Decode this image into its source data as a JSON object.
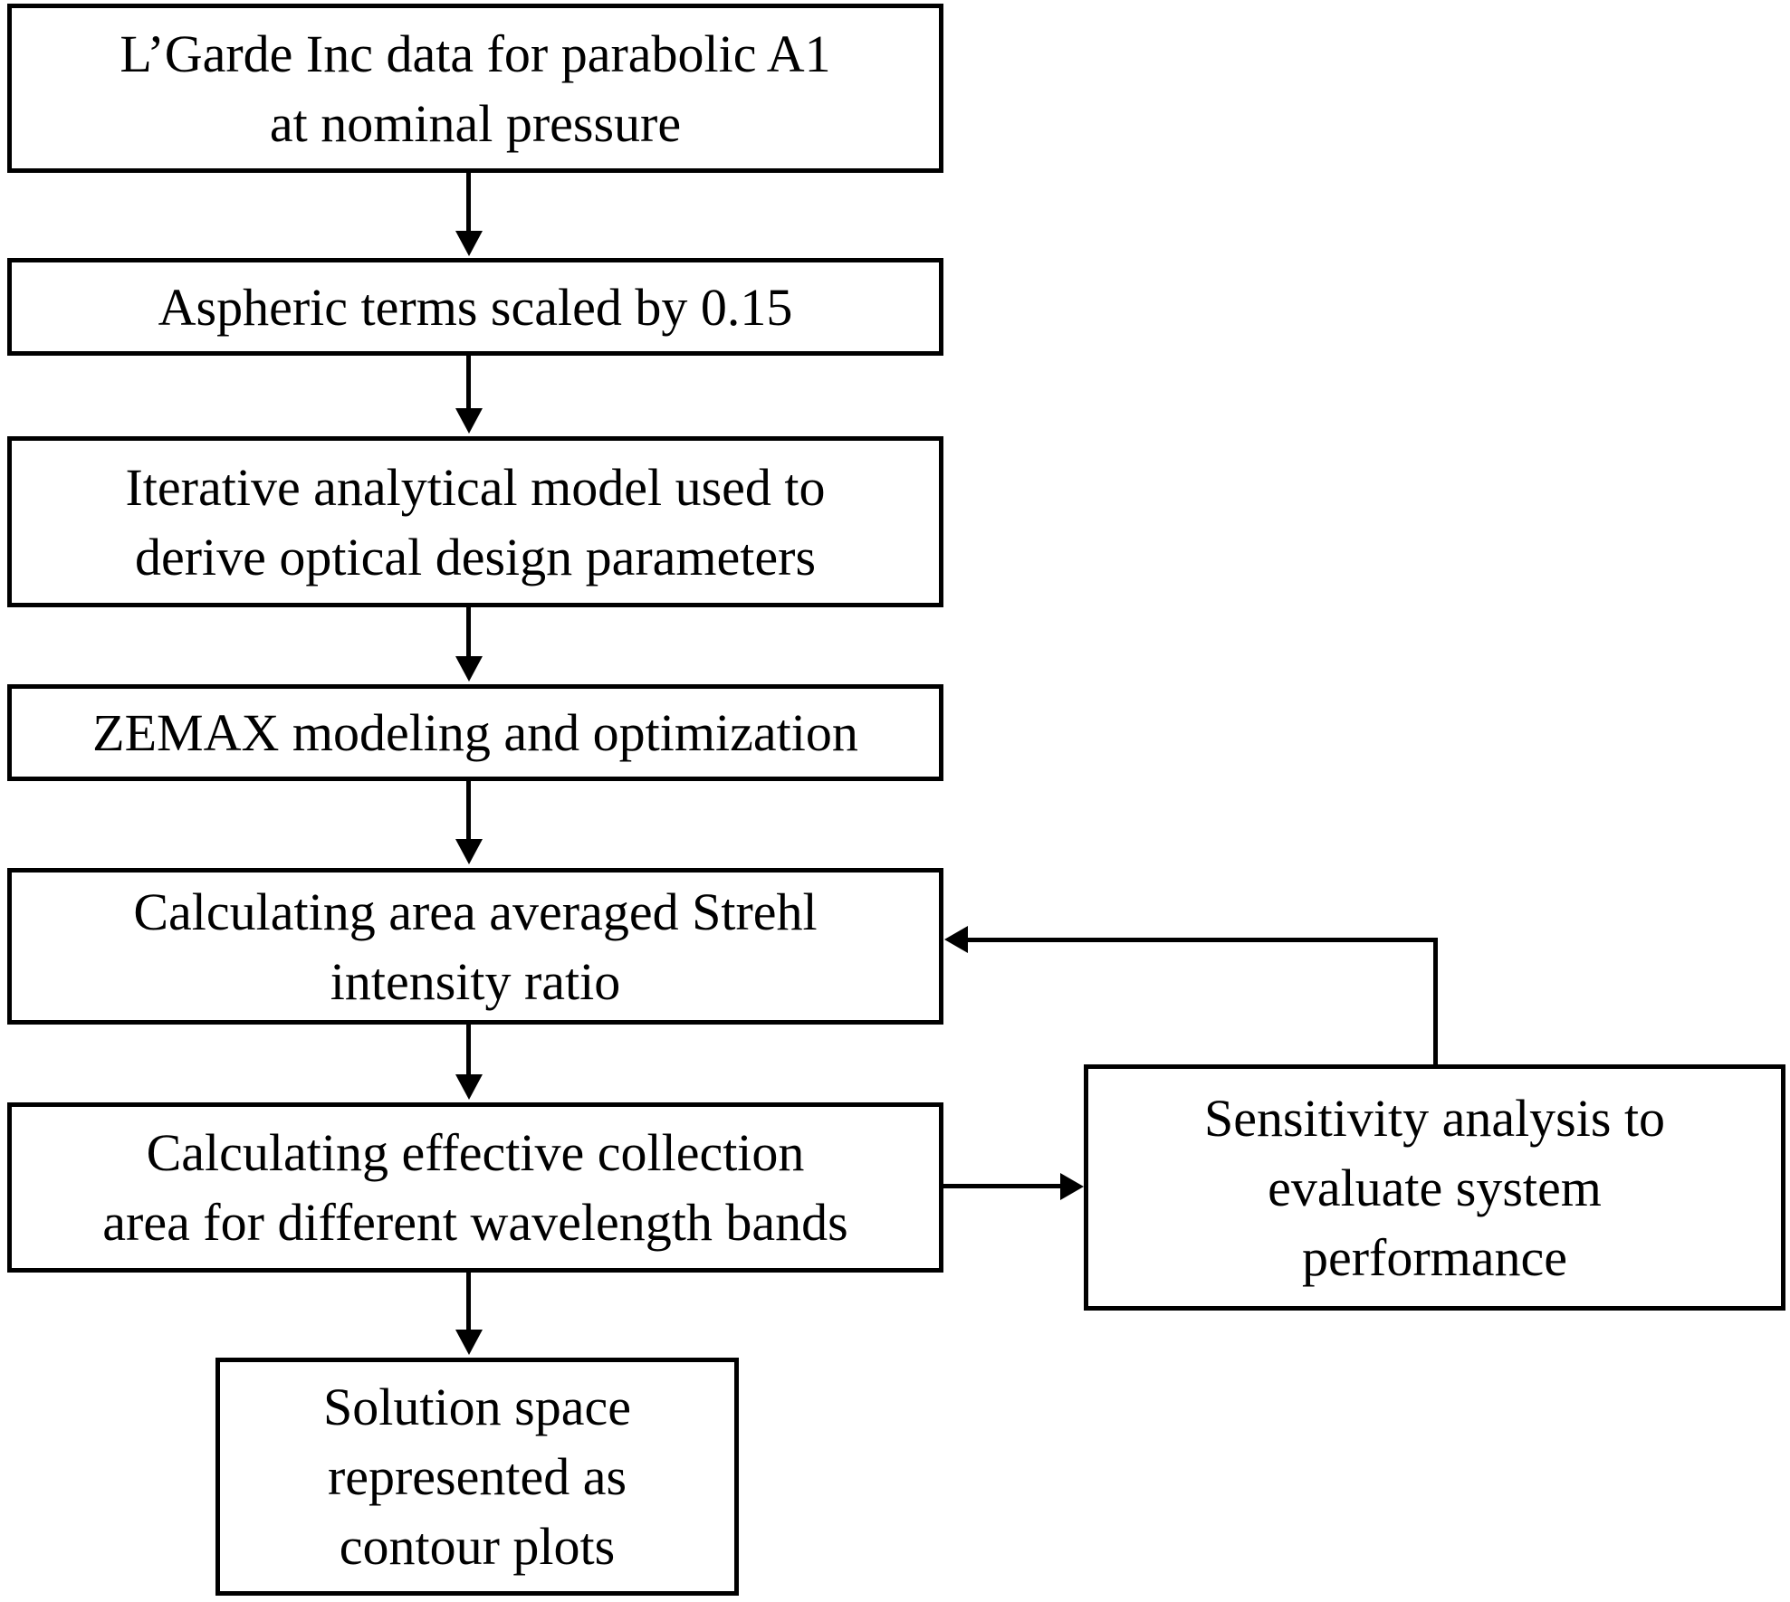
{
  "figure": {
    "type": "flowchart",
    "background_color": "#ffffff",
    "stroke_color": "#000000",
    "text_color": "#000000"
  },
  "boxes": [
    {
      "id": "lgarde-data",
      "lines": [
        "L’Garde Inc data for parabolic A1",
        "at nominal pressure"
      ]
    },
    {
      "id": "aspheric-scaling",
      "lines": [
        "Aspheric terms scaled by 0.15"
      ]
    },
    {
      "id": "iterative-model",
      "lines": [
        "Iterative analytical model used to",
        "derive optical design parameters"
      ]
    },
    {
      "id": "zemax-modeling",
      "lines": [
        "ZEMAX modeling and optimization"
      ]
    },
    {
      "id": "strehl-ratio",
      "lines": [
        "Calculating area averaged Strehl",
        "intensity ratio"
      ]
    },
    {
      "id": "collection-area",
      "lines": [
        "Calculating effective collection",
        "area for different wavelength bands"
      ]
    },
    {
      "id": "solution-space",
      "lines": [
        "Solution space",
        "represented as",
        "contour plots"
      ]
    },
    {
      "id": "sensitivity-analysis",
      "lines": [
        "Sensitivity analysis to",
        "evaluate system",
        "performance"
      ]
    }
  ],
  "connections": [
    {
      "from": "lgarde-data",
      "to": "aspheric-scaling",
      "direction": "down"
    },
    {
      "from": "aspheric-scaling",
      "to": "iterative-model",
      "direction": "down"
    },
    {
      "from": "iterative-model",
      "to": "zemax-modeling",
      "direction": "down"
    },
    {
      "from": "zemax-modeling",
      "to": "strehl-ratio",
      "direction": "down"
    },
    {
      "from": "strehl-ratio",
      "to": "collection-area",
      "direction": "down"
    },
    {
      "from": "collection-area",
      "to": "solution-space",
      "direction": "down"
    },
    {
      "from": "collection-area",
      "to": "sensitivity-analysis",
      "direction": "right"
    },
    {
      "from": "sensitivity-analysis",
      "to": "strehl-ratio",
      "direction": "up-left-feedback"
    }
  ]
}
